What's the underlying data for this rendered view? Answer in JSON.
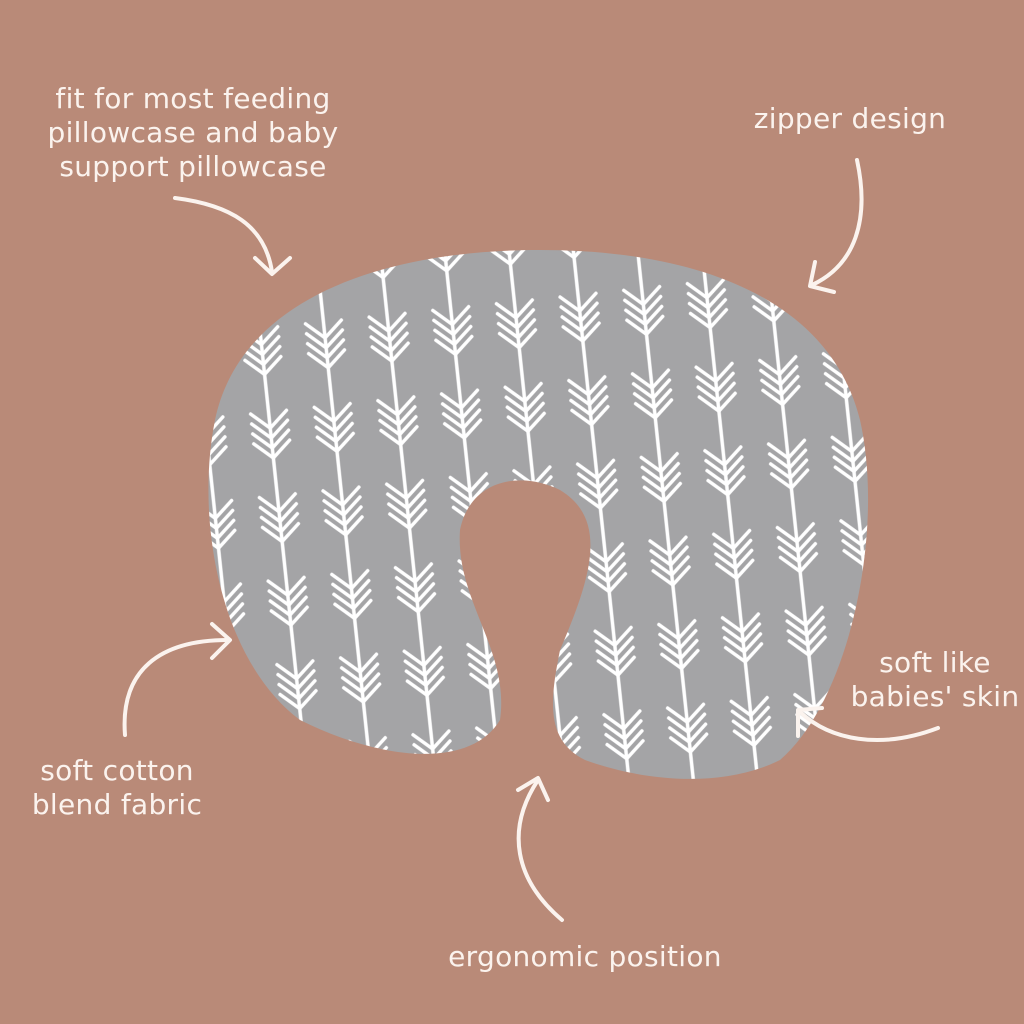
{
  "colors": {
    "background": "#b98a78",
    "pillow": "#a4a4a6",
    "pattern": "#ffffff",
    "text": "#fbf3ee"
  },
  "labels": {
    "fit": "fit for most feeding\npillowcase and baby\nsupport pillowcase",
    "zipper": "zipper design",
    "soft_skin": "soft like\nbabies' skin",
    "cotton": "soft cotton\nblend fabric",
    "ergonomic": "ergonomic position"
  }
}
